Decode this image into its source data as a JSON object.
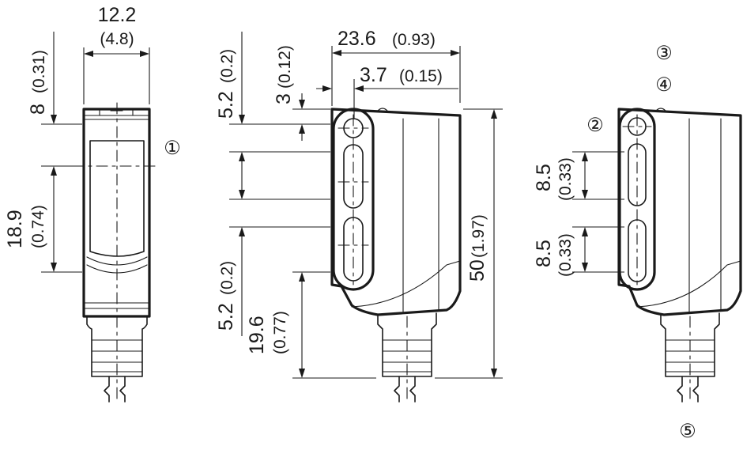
{
  "dimensions": {
    "width_value": "12.2",
    "width_inch": "(4.8)",
    "top_offset_value": "8",
    "top_offset_inch": "(0.31)",
    "lens_height_value": "18.9",
    "lens_height_inch": "(0.74)",
    "depth_value": "23.6",
    "depth_inch": "(0.93)",
    "hole_offset_value": "3.7",
    "hole_offset_inch": "(0.15)",
    "top_gap_value": "3",
    "top_gap_inch": "(0.12)",
    "slot_top_value": "5.2",
    "slot_top_inch": "(0.2)",
    "slot_bottom_value": "5.2",
    "slot_bottom_inch": "(0.2)",
    "lower_value": "19.6",
    "lower_inch": "(0.77)",
    "height_value": "50",
    "height_inch": "(1.97)",
    "slot1_value": "8.5",
    "slot1_inch": "(0.33)",
    "slot2_value": "8.5",
    "slot2_inch": "(0.33)"
  },
  "callouts": {
    "c1": "①",
    "c2": "②",
    "c3": "③",
    "c4": "④",
    "c5": "⑤"
  },
  "colors": {
    "line": "#1a1a1a",
    "background": "#ffffff"
  }
}
